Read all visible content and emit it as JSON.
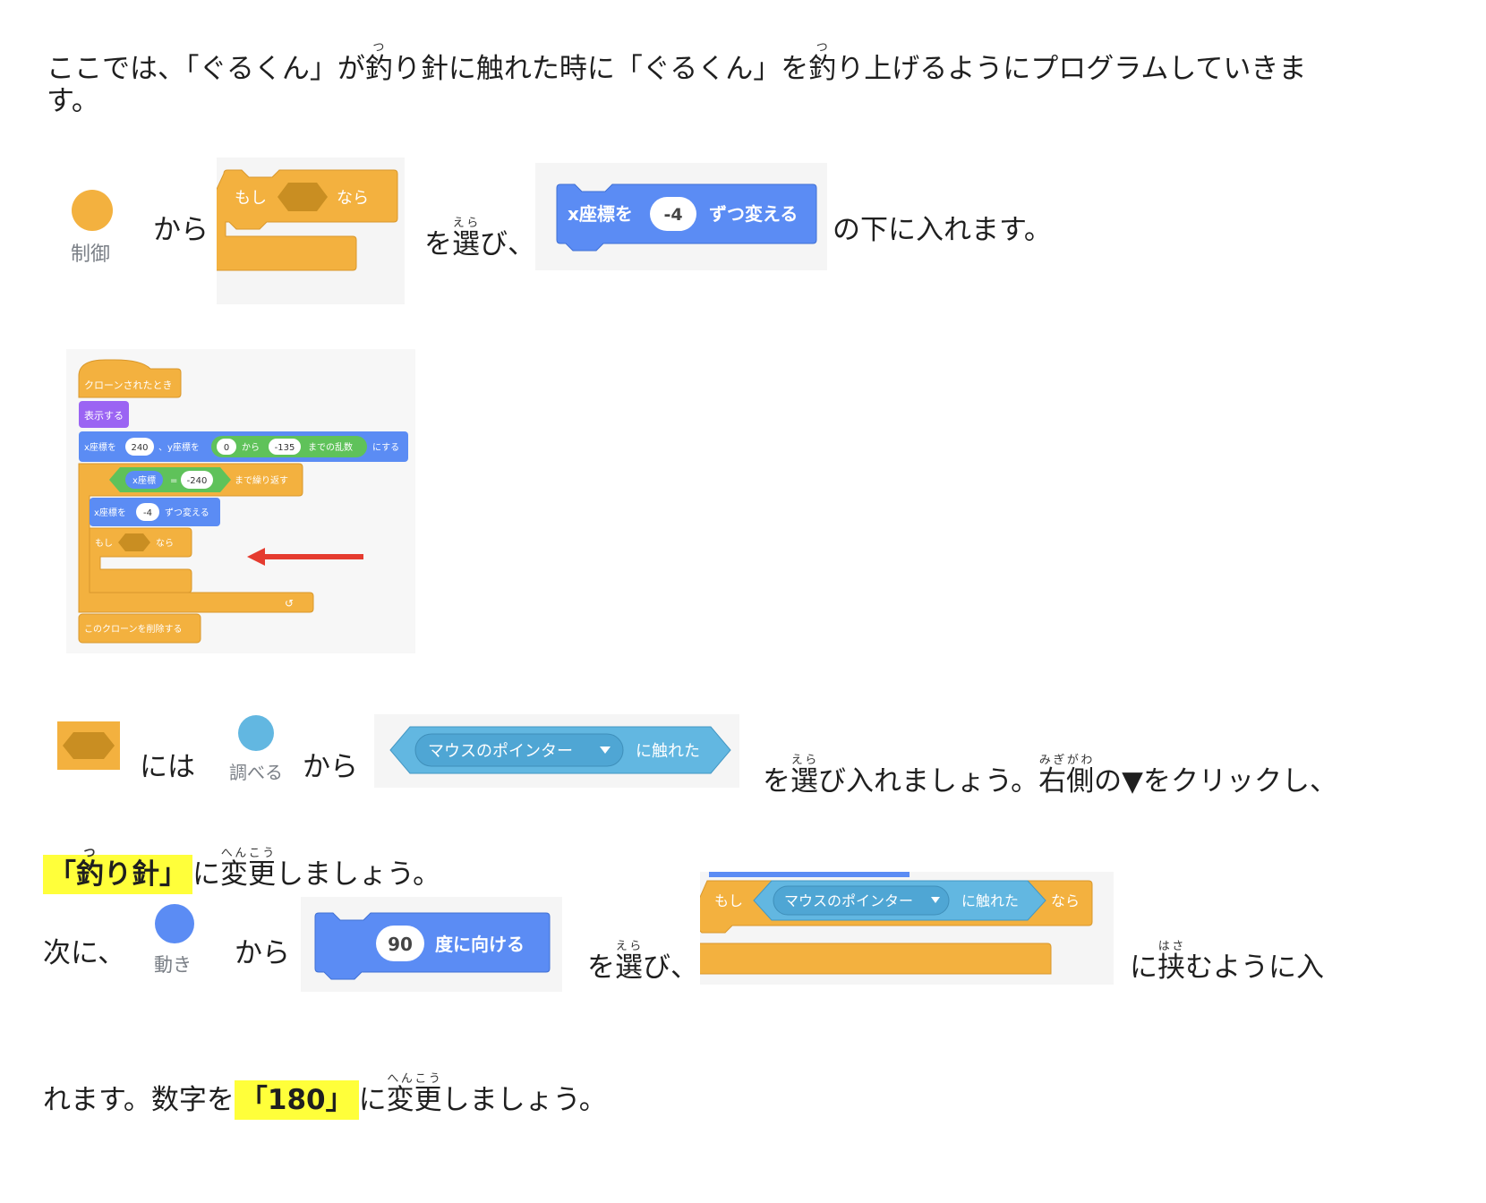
{
  "intro": {
    "line1_pre": "ここでは、「ぐるくん」が",
    "kanji_a": "釣",
    "ruby_a": "つ",
    "line1_mid": "り針に触れた時に「ぐるくん」を",
    "kanji_b": "釣",
    "ruby_b": "つ",
    "line1_post": "り上げるようにプログラムしていきま",
    "line2": "す。"
  },
  "step1": {
    "category_label": "制御",
    "kara": "から",
    "if_block": {
      "label_if": "もし",
      "label_then": "なら"
    },
    "erabi_kanji": "選",
    "erabi_ruby": "えら",
    "erabi_pre": "を",
    "erabi_post": "び、",
    "x_block": {
      "label": "x座標を",
      "value": "-4",
      "suffix": "ずつ変える"
    },
    "tail": "の下に入れます。"
  },
  "script_image": {
    "hat": "クローンされたとき",
    "show": "表示する",
    "goto": {
      "p1": "x座標を",
      "v1": "240",
      "p2": "、y座標を",
      "v2": "0",
      "p3": "から",
      "v3": "-135",
      "p4": "までの乱数",
      "p5": "にする"
    },
    "repeat": {
      "left": "x座標",
      "eq": "=",
      "right": "-240",
      "tail": "まで繰り返す"
    },
    "change": {
      "label": "x座標を",
      "value": "-4",
      "suffix": "ずつ変える"
    },
    "if": {
      "label_if": "もし",
      "label_then": "なら"
    },
    "delete": "このクローンを削除する",
    "arrow_color": "#e53b2f"
  },
  "step2": {
    "niha": "には",
    "category_label": "調べる",
    "kara": "から",
    "touch_block": {
      "label": "マウスのポインター",
      "suffix": "に触れた"
    },
    "erabi_pre": "を",
    "erabi_kanji": "選",
    "erabi_ruby": "えら",
    "erabi_post": "び入れましょう。",
    "migawa_kanji": "右側",
    "migawa_ruby": "みぎがわ",
    "tail": "の▼をクリックし、"
  },
  "step2b": {
    "hl_pre": "「",
    "hl_kanji": "釣",
    "hl_ruby": "つ",
    "hl_post": "り針」",
    "ni": "に",
    "henkou_kanji": "変更",
    "henkou_ruby": "へんこう",
    "tail": "しましょう。"
  },
  "step3": {
    "tsugini": "次に、",
    "category_label": "動き",
    "kara": "から",
    "dir_block": {
      "value": "90",
      "label": "度に向ける"
    },
    "erabi_pre": "を",
    "erabi_kanji": "選",
    "erabi_ruby": "えら",
    "erabi_post": "び、",
    "if_touch": {
      "label_if": "もし",
      "label_touch": "マウスのポインター",
      "suffix": "に触れた",
      "label_then": "なら"
    },
    "ni": "に",
    "hasamu_kanji": "挟",
    "hasamu_ruby": "はさ",
    "tail": "むように入"
  },
  "step3b": {
    "pre": "れます。数字を",
    "hl": "「180」",
    "ni": "に",
    "henkou_kanji": "変更",
    "henkou_ruby": "へんこう",
    "tail": "しましょう。"
  },
  "colors": {
    "control": "#f3b13f",
    "control_dark": "#c98e22",
    "motion": "#5b8cf4",
    "motion_dark": "#3f6fd4",
    "sensing": "#62b7e1",
    "sensing_dark": "#4397c4",
    "looks": "#9b64f3",
    "operator": "#5fc25a",
    "highlight": "#ffff3a"
  }
}
